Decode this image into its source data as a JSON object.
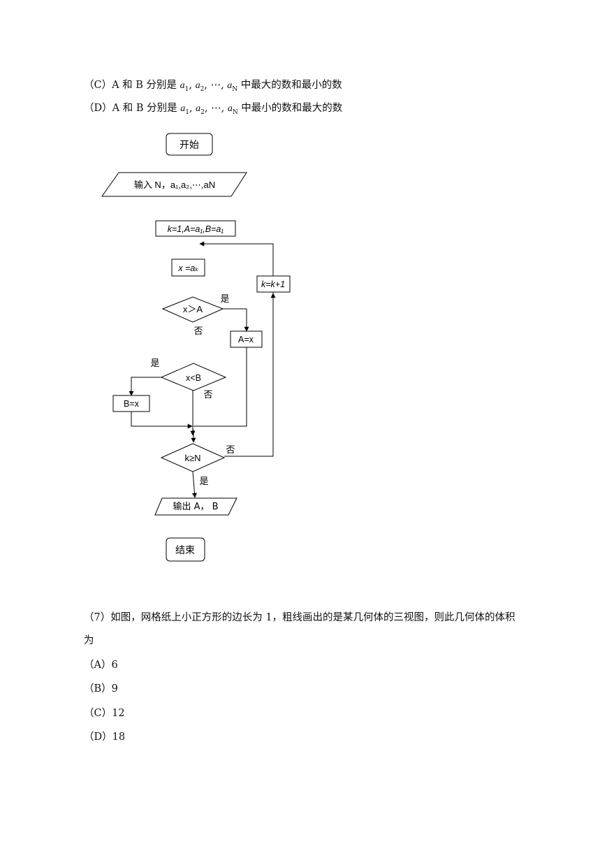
{
  "choices_prev": {
    "c": {
      "prefix": "（C）A 和 B 分别是 ",
      "a1": "a",
      "s1": "1",
      "a2": "a",
      "s2": "2",
      "dots": ", ⋯, ",
      "aN": "a",
      "sN": "N",
      "suffix": " 中最大的数和最小的数"
    },
    "d": {
      "prefix": "（D）A 和 B 分别是 ",
      "a1": "a",
      "s1": "1",
      "a2": "a",
      "s2": "2",
      "dots": ", ⋯, ",
      "aN": "a",
      "sN": "N",
      "suffix": " 中最小的数和最大的数"
    }
  },
  "flowchart": {
    "start": "开始",
    "input": "输入 N，a₁,a₂,⋯,aN",
    "init": "k=1,A=a₁,B=a₁",
    "assign_x": "x =aₖ",
    "cond_gt": "x＞A",
    "assign_a": "A=x",
    "cond_lt": "x<B",
    "assign_b": "B=x",
    "cond_end": "k≥N",
    "increment": "k=k+1",
    "output": "输出 A，  B",
    "end": "结束",
    "yes": "是",
    "no": "否"
  },
  "question7": {
    "stem_line1": "（7）如图，网格纸上小正方形的边长为 1，粗线画出的是某几何体的三视图，则此几何体的体积",
    "stem_line2": "为",
    "options": [
      "（A）6",
      "（B）9",
      "（C）12",
      "（D）18"
    ]
  }
}
